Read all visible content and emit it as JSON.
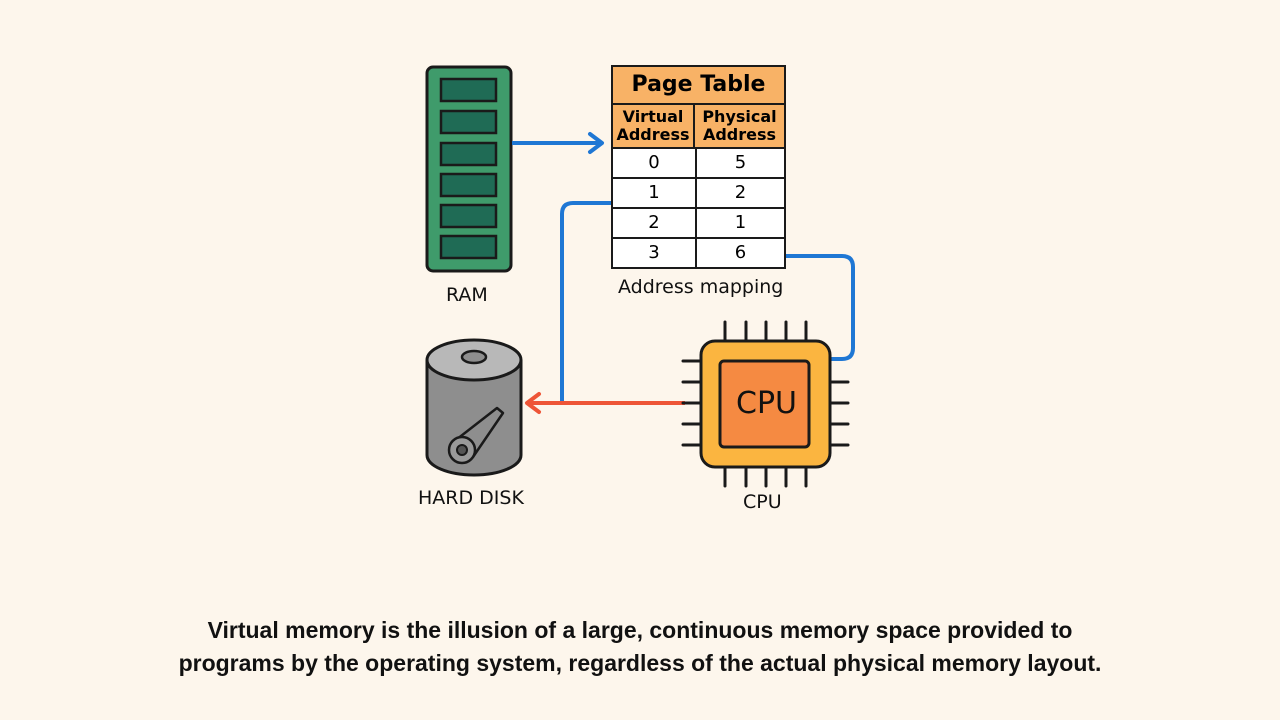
{
  "diagram": {
    "ram": {
      "label": "RAM",
      "slots": 6,
      "color": "#3f9b6b",
      "slot_color": "#1f6b55"
    },
    "page_table": {
      "title": "Page Table",
      "columns": [
        "Virtual Address",
        "Physical Address"
      ],
      "column_lines": [
        [
          "Virtual",
          "Address"
        ],
        [
          "Physical",
          "Address"
        ]
      ],
      "rows": [
        [
          "0",
          "5"
        ],
        [
          "1",
          "2"
        ],
        [
          "2",
          "1"
        ],
        [
          "3",
          "6"
        ]
      ],
      "caption": "Address mapping",
      "header_color": "#f8b266"
    },
    "hard_disk": {
      "label": "HARD DISK",
      "color": "#8e8e8e"
    },
    "cpu": {
      "chip_label": "CPU",
      "label": "CPU",
      "outer_color": "#fbb540",
      "inner_color": "#f58a42"
    },
    "connections": [
      {
        "from": "RAM",
        "to": "Page Table",
        "color": "#1f77d4"
      },
      {
        "from": "Page Table",
        "to": "CPU",
        "color": "#1f77d4"
      },
      {
        "from": "Page Table",
        "to": "Hard Disk",
        "color": "#1f77d4"
      },
      {
        "from": "CPU",
        "to": "Hard Disk",
        "color": "#ee5537"
      }
    ]
  },
  "caption": {
    "line1": "Virtual memory is the illusion of a large, continuous memory space provided to",
    "line2": "programs by the operating system, regardless of the actual physical memory layout."
  }
}
